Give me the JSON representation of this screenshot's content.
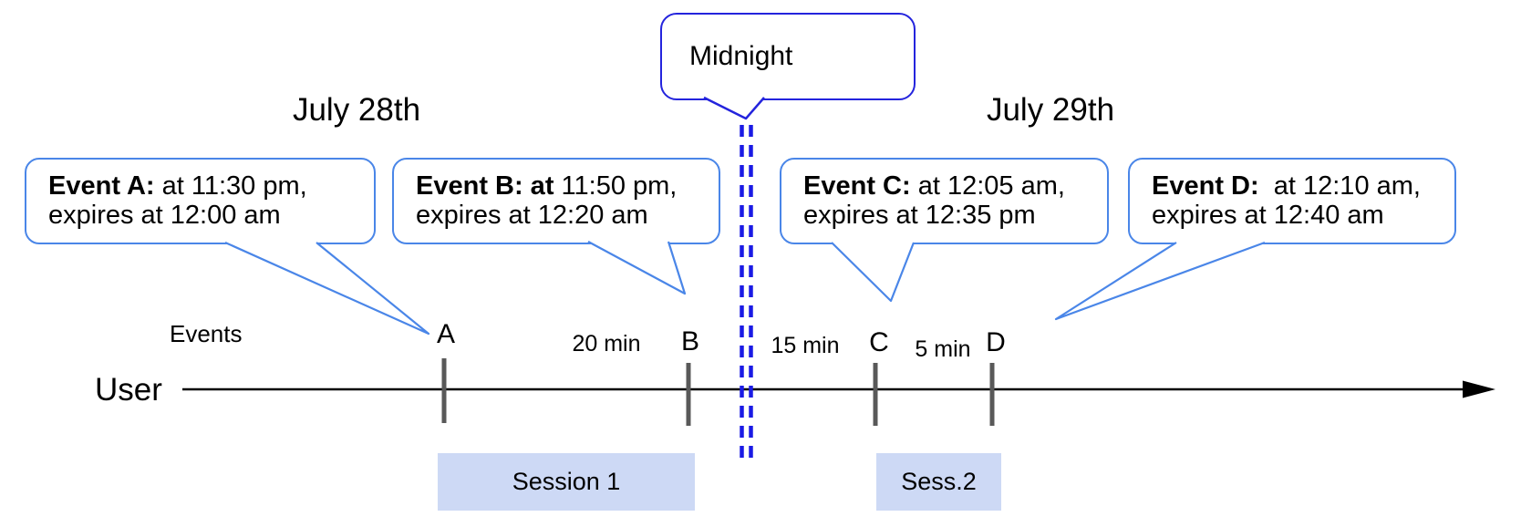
{
  "diagram": {
    "day_titles": {
      "left": "July 28th",
      "right": "July 29th"
    },
    "midnight_label": "Midnight",
    "axis": {
      "events_label": "Events",
      "user_label": "User"
    },
    "callouts": [
      {
        "bold": "Event A:",
        "rest": " at 11:30 pm,",
        "line2": "expires at 12:00 am"
      },
      {
        "bold": "Event B: at",
        "rest": " 11:50 pm,",
        "line2": "expires at 12:20 am"
      },
      {
        "bold": "Event C:",
        "rest": " at 12:05 am,",
        "line2": "expires at 12:35 pm"
      },
      {
        "bold": "Event D:",
        "rest": "  at 12:10 am,",
        "line2": "expires at 12:40 am"
      }
    ],
    "markers": [
      {
        "label": "A"
      },
      {
        "label": "B"
      },
      {
        "label": "C"
      },
      {
        "label": "D"
      }
    ],
    "intervals": [
      {
        "label": "20 min"
      },
      {
        "label": "15 min"
      },
      {
        "label": "5 min"
      }
    ],
    "sessions": [
      {
        "label": "Session 1"
      },
      {
        "label": "Sess.2"
      }
    ],
    "colors": {
      "callout_border": "#4a86e8",
      "midnight_border": "#2424dd",
      "midnight_dash": "#1b1be4",
      "session_fill": "#cdd9f5",
      "tick": "#595959",
      "timeline": "#000000"
    }
  }
}
